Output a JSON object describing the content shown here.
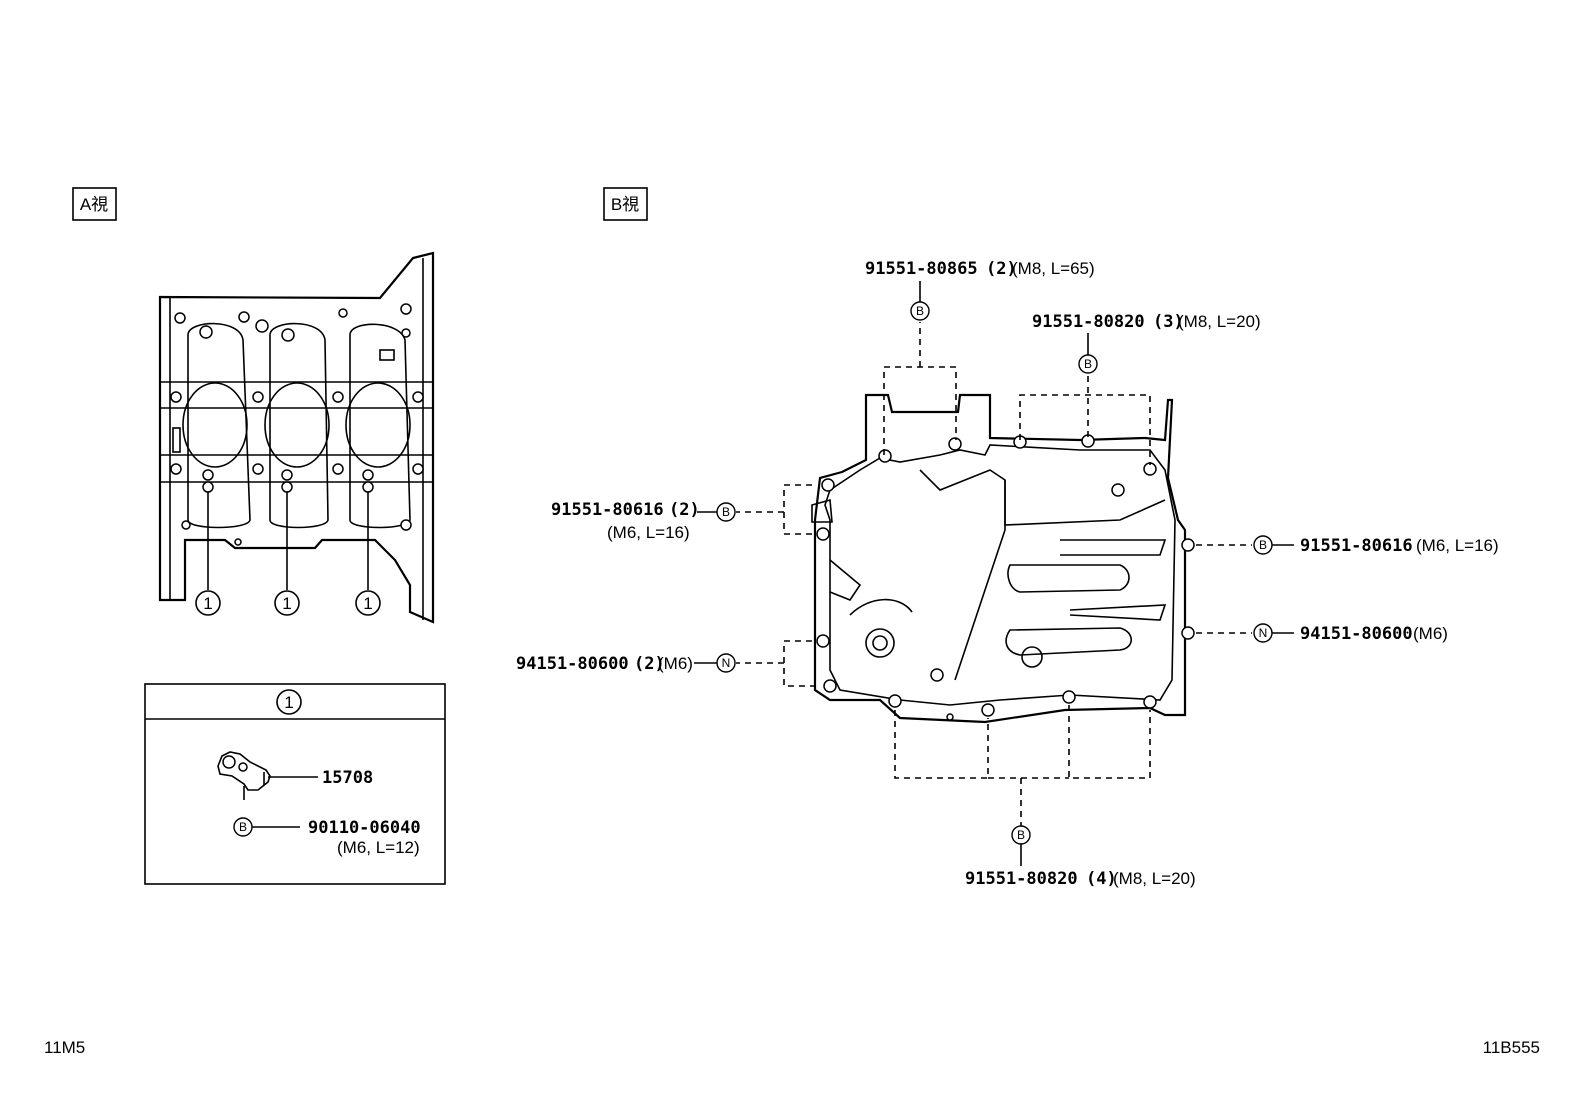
{
  "view_a": {
    "label": "A視"
  },
  "view_b": {
    "label": "B視"
  },
  "callout_marker": "1",
  "detail_box": {
    "header": "1",
    "part_main": "15708",
    "bolt_symbol": "B",
    "bolt_part": "90110-06040",
    "bolt_spec": "(M6, L=12)"
  },
  "parts": {
    "top_bolt": {
      "symbol": "B",
      "part": "91551-80865",
      "qty": "(2)",
      "spec": "(M8, L=65)"
    },
    "upper_right": {
      "symbol": "B",
      "part": "91551-80820",
      "qty": "(3)",
      "spec": "(M8, L=20)"
    },
    "left_bolt": {
      "symbol": "B",
      "part": "91551-80616",
      "qty": "(2)",
      "spec": "(M6, L=16)"
    },
    "left_stud": {
      "symbol": "N",
      "part": "94151-80600",
      "qty": "(2)",
      "spec": "(M6)"
    },
    "right_bolt": {
      "symbol": "B",
      "part": "91551-80616",
      "spec": "(M6, L=16)"
    },
    "right_stud": {
      "symbol": "N",
      "part": "94151-80600",
      "spec": "(M6)"
    },
    "bottom_bolt": {
      "symbol": "B",
      "part": "91551-80820",
      "qty": "(4)",
      "spec": "(M8, L=20)"
    }
  },
  "footer": {
    "left_code": "11M5",
    "right_code": "11B555"
  }
}
